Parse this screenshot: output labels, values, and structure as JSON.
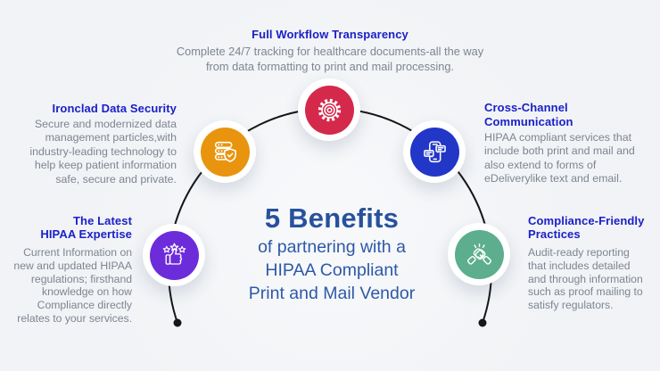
{
  "canvas": {
    "background": "#f1f3f6"
  },
  "theme": {
    "heading_color": "#1b20c8",
    "body_color": "#7e8591",
    "center_title_color": "#28519d",
    "center_subtitle_color": "#2d59a8",
    "arc_color": "#161616"
  },
  "center": {
    "title": "5 Benefits",
    "subtitle_lines": [
      "of partnering with a",
      "HIPAA Compliant",
      "Print and Mail Vendor"
    ]
  },
  "benefits": [
    {
      "title_lines": [
        "Full Workflow Transparency"
      ],
      "description_lines": [
        "Complete 24/7 tracking for healthcare documents-all the way",
        "from data formatting to print and mail processing."
      ],
      "color": "#d5294b",
      "icon": "gear-icon"
    },
    {
      "title_lines": [
        "Ironclad Data Security"
      ],
      "description_lines": [
        "Secure and modernized data",
        "management particles,with",
        "industry-leading technology to",
        "help keep patient information",
        "safe, secure and private."
      ],
      "color": "#e9940e",
      "icon": "server-shield-icon"
    },
    {
      "title_lines": [
        "Cross-Channel Communication"
      ],
      "description_lines": [
        "HIPAA compliant services that",
        "include both print and mail and",
        "also extend to forms of",
        "eDeliverylike text and email."
      ],
      "color": "#2236c8",
      "icon": "phone-chat-icon"
    },
    {
      "title_lines": [
        "The Latest",
        "HIPAA Expertise"
      ],
      "description_lines": [
        "Current Information on",
        "new and updated HIPAA",
        "regulations; firsthand",
        "knowledge on how",
        "Compliance directly",
        "relates to your services."
      ],
      "color": "#6d2cd9",
      "icon": "thumbs-up-stars-icon"
    },
    {
      "title_lines": [
        "Compliance-Friendly",
        "Practices"
      ],
      "description_lines": [
        "Audit-ready reporting",
        "that includes detailed",
        "and through information",
        "such as proof mailing to",
        "satisfy regulators."
      ],
      "color": "#5cae8e",
      "icon": "handshake-icon"
    }
  ]
}
